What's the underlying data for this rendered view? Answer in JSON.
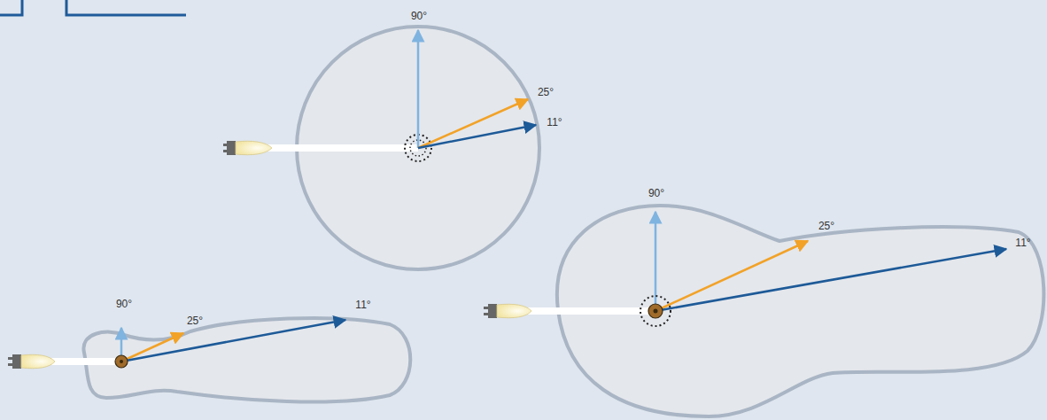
{
  "diagram": {
    "labels": [
      "90°",
      "25°",
      "11°",
      "90°",
      "25°",
      "11°",
      "90°",
      "25°",
      "11°"
    ]
  }
}
